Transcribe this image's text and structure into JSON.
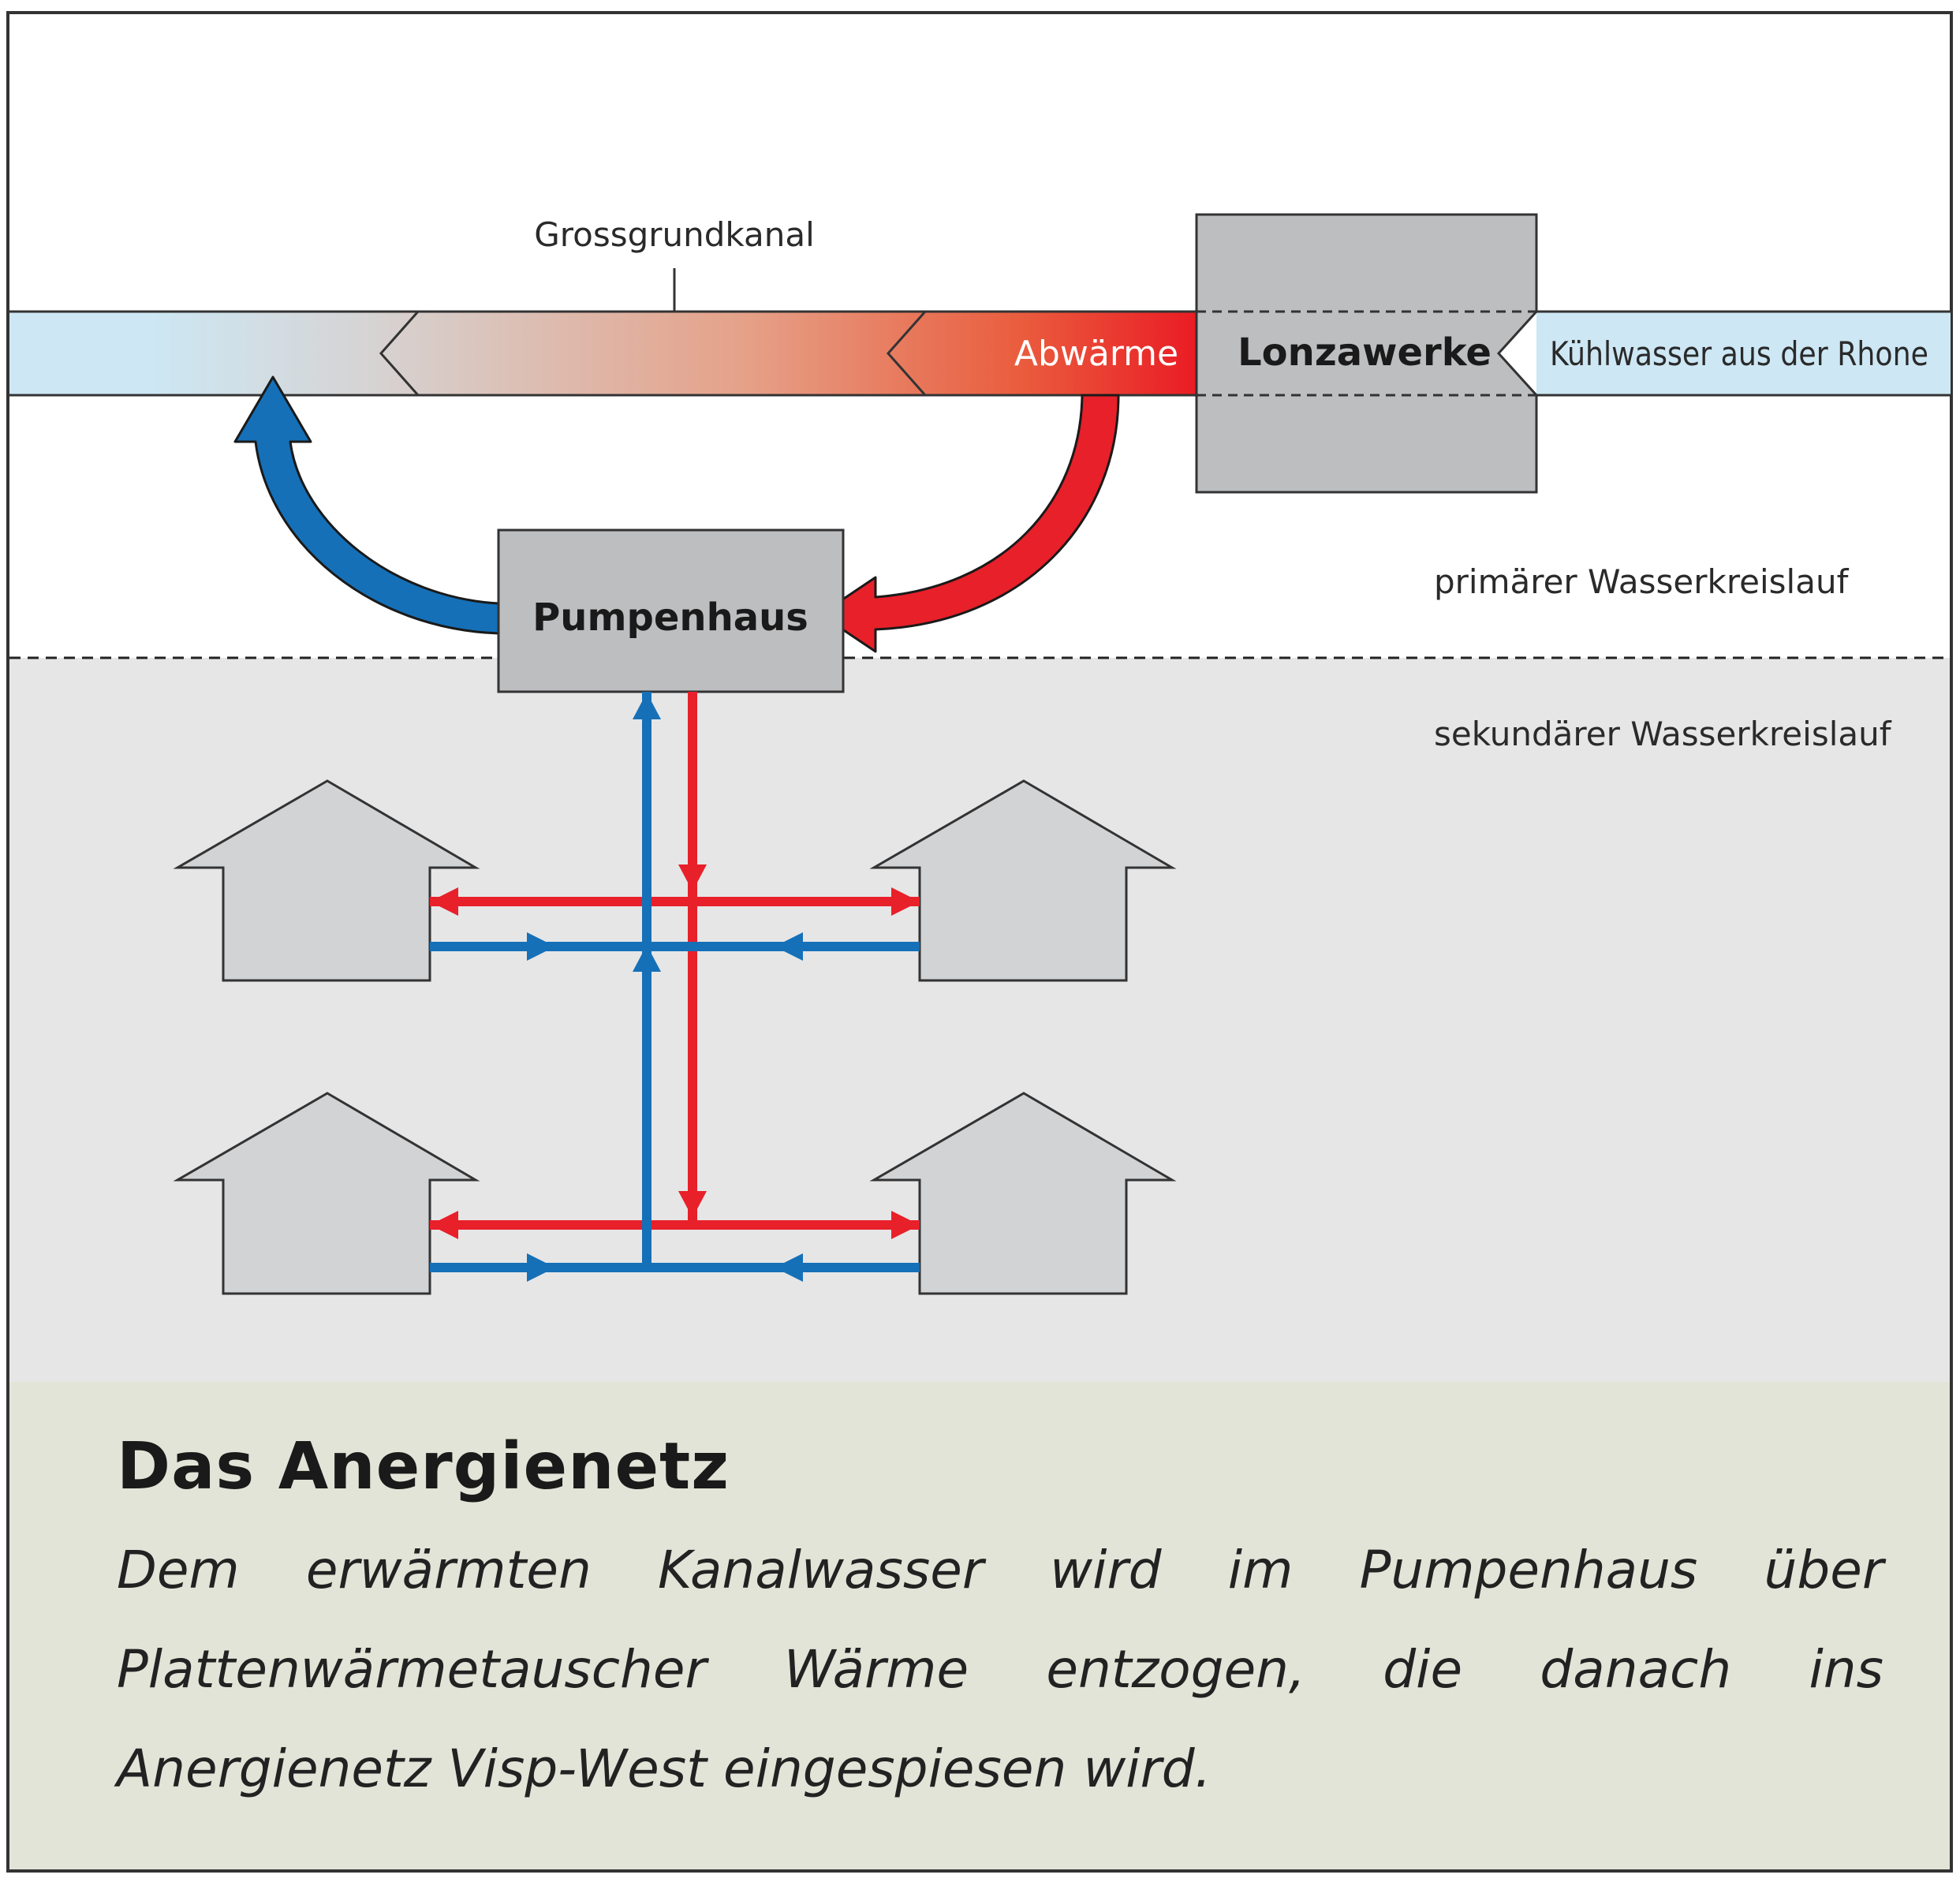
{
  "diagram": {
    "labels": {
      "canal": "Grossgrundkanal",
      "waste_heat": "Abwärme",
      "plant": "Lonzawerke",
      "cooling_water": "Kühlwasser aus der Rhone",
      "pump_house": "Pumpenhaus",
      "primary_loop": "primärer Wasserkreislauf",
      "secondary_loop": "sekundärer Wasserkreislauf"
    },
    "colors": {
      "warm_flow": "#e8202a",
      "cold_flow": "#1570b8",
      "canal_water": "#cfe8f5",
      "building_fill": "#d2d3d5",
      "plant_fill": "#bdbec0",
      "secondary_zone": "#e6e6e7",
      "caption_band": "#e3e4d8"
    }
  },
  "caption": {
    "title": "Das Anergienetz",
    "text": "Dem erwärmten Kanalwasser wird im Pumpenhaus über Plattenwärmetauscher Wärme entzogen, die danach ins Anergienetz Visp-West eingespiesen wird."
  }
}
